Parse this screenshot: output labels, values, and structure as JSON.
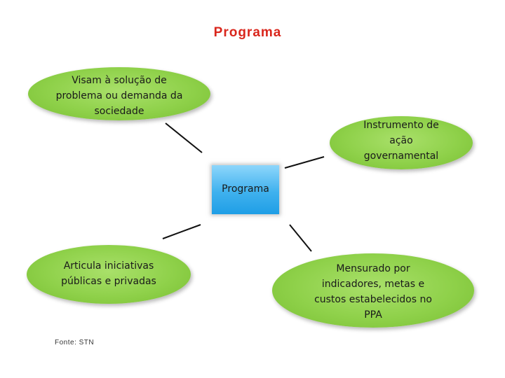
{
  "title": "Programa",
  "center": {
    "label": "Programa"
  },
  "nodes": {
    "top_left": {
      "lines": [
        "Visam à solução de",
        "problema ou demanda da",
        "sociedade"
      ]
    },
    "top_right": {
      "lines": [
        "Instrumento de",
        "ação",
        "governamental"
      ]
    },
    "bottom_left": {
      "lines": [
        "Articula iniciativas",
        "públicas e privadas"
      ]
    },
    "bottom_right": {
      "lines": [
        "Mensurado por",
        "indicadores, metas e",
        "custos estabelecidos no",
        "PPA"
      ]
    }
  },
  "source": "Fonte: STN",
  "colors": {
    "title": "#d9261c",
    "ellipse_fill": "#8fd14a",
    "box_fill": "#3fb1ee",
    "connector": "#111111"
  }
}
